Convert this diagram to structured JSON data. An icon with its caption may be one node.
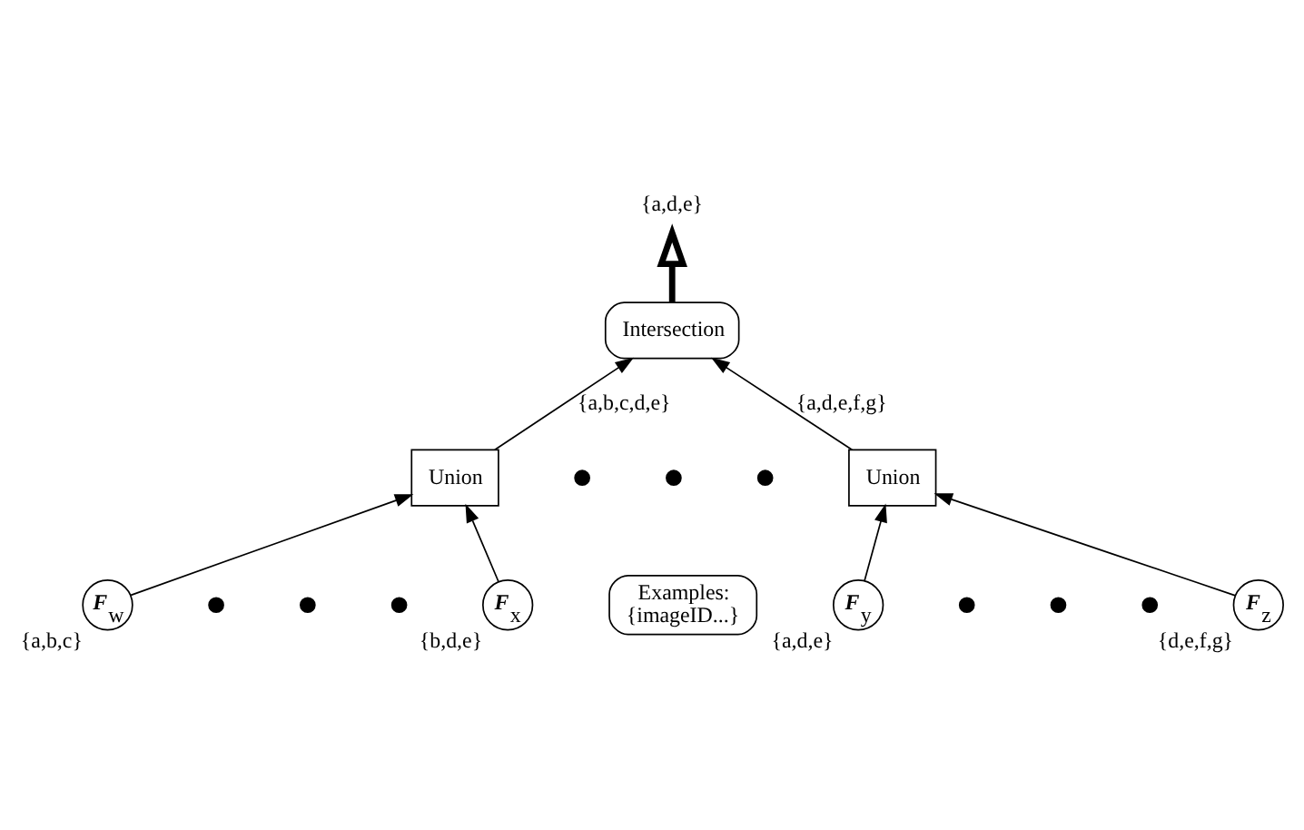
{
  "diagram": {
    "nodes": [
      {
        "text": [
          "{a,d,e}"
        ]
      },
      {
        "text": [
          "Intersection"
        ]
      },
      {
        "text": [
          "Union"
        ]
      },
      {
        "text": [
          "Union"
        ]
      },
      {
        "text": [
          "F$_{w}$"
        ],
        "beside": [
          "{a,b,c}"
        ]
      },
      {
        "text": [
          "F$_{x}$"
        ],
        "beside": [
          "{b,d,e}"
        ]
      },
      {
        "text": [
          "F$_{y}$"
        ],
        "beside": [
          "{a,d,e}"
        ]
      },
      {
        "text": [
          "F$_{z}$"
        ],
        "beside": [
          "{d,e,f,g}"
        ]
      },
      {
        "text": [
          "Examples: {imageID...}"
        ]
      }
    ],
    "edges": [
      {
        "from": 1,
        "to": 0,
        "arrow": "to",
        "style": "thick"
      },
      {
        "from": 2,
        "to": 1,
        "arrow": "to",
        "label": "{a,b,c,d,e}"
      },
      {
        "from": 3,
        "to": 1,
        "arrow": "to",
        "label": "{a,d,e,f,g}"
      },
      {
        "from": 4,
        "to": 2,
        "arrow": "to"
      },
      {
        "from": 5,
        "to": 2,
        "arrow": "to"
      },
      {
        "from": 6,
        "to": 3,
        "arrow": "to"
      },
      {
        "from": 7,
        "to": 3,
        "arrow": "to"
      }
    ]
  }
}
